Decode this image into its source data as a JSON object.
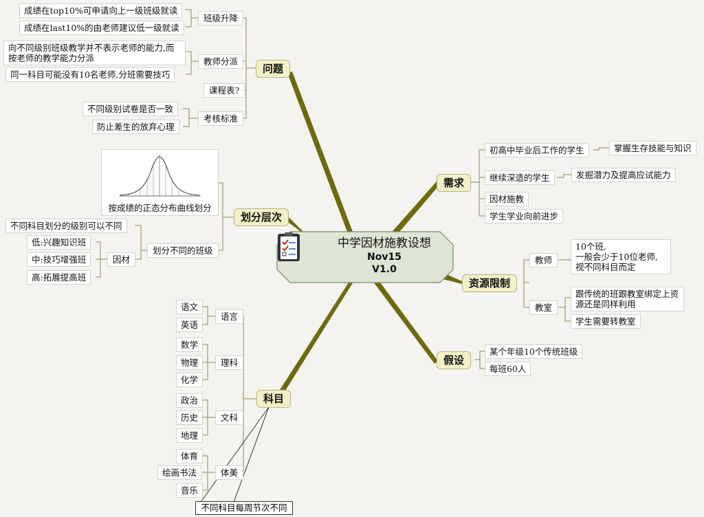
{
  "central": {
    "title": "中学因材施教设想",
    "line2": "Nov15",
    "line3": "V1.0"
  },
  "problem": {
    "label": "问题",
    "grade_change": {
      "label": "班级升降",
      "up": "成绩在top10%可申请向上一级班级就读",
      "down": "成绩在last10%的由老师建议低一级就读"
    },
    "teacher_assign": {
      "label": "教师分派",
      "ability": "向不同级别班级教学并不表示老师的能力,而按老师的教学能力分派",
      "count": "同一科目可能没有10名老师,分班需要技巧"
    },
    "schedule": "课程表?",
    "assessment": {
      "label": "考核标准",
      "papers": "不同级别试卷是否一致",
      "mindset": "防止差生的放弃心理"
    }
  },
  "layering": {
    "label": "划分层次",
    "curve_caption": "按成绩的正态分布曲线划分",
    "classes": {
      "label": "划分不同的班级",
      "subject_levels": "不同科目划分的级别可以不同",
      "yincai": "因材",
      "low": "低:兴趣知识班",
      "mid": "中:技巧增强班",
      "high": "高:拓展提高班"
    }
  },
  "subjects": {
    "label": "科目",
    "language": {
      "label": "语言",
      "items": [
        "语文",
        "英语"
      ]
    },
    "science": {
      "label": "理科",
      "items": [
        "数学",
        "物理",
        "化学"
      ]
    },
    "liberal": {
      "label": "文科",
      "items": [
        "政治",
        "历史",
        "地理"
      ]
    },
    "arts": {
      "label": "体美",
      "items": [
        "体育",
        "绘画书法",
        "音乐"
      ]
    },
    "note": "不同科目每周节次不同"
  },
  "needs": {
    "label": "需求",
    "work": "初高中毕业后工作的学生",
    "work_goal": "掌握生存技能与知识",
    "study": "继续深造的学生",
    "study_goal": "发掘潜力及提高应试能力",
    "adapt": "因材施教",
    "progress": "学生学业向前进步"
  },
  "resources": {
    "label": "资源限制",
    "teacher": "教师",
    "teacher_note": "10个班,\n一般会少于10位老师,\n视不同科目而定",
    "classroom": "教室",
    "classroom_note": "跟传统的班跟教室绑定上资源还是同样利用",
    "classroom_move": "学生需要转教室"
  },
  "assumption": {
    "label": "假设",
    "classes": "某个年级10个传统班级",
    "size": "每班60人"
  },
  "colors": {
    "branch_fill": "#f3f0c9",
    "trunk": "#6e6a10",
    "central_fill": "#dfe5d4",
    "background": "#f4f3ef"
  }
}
